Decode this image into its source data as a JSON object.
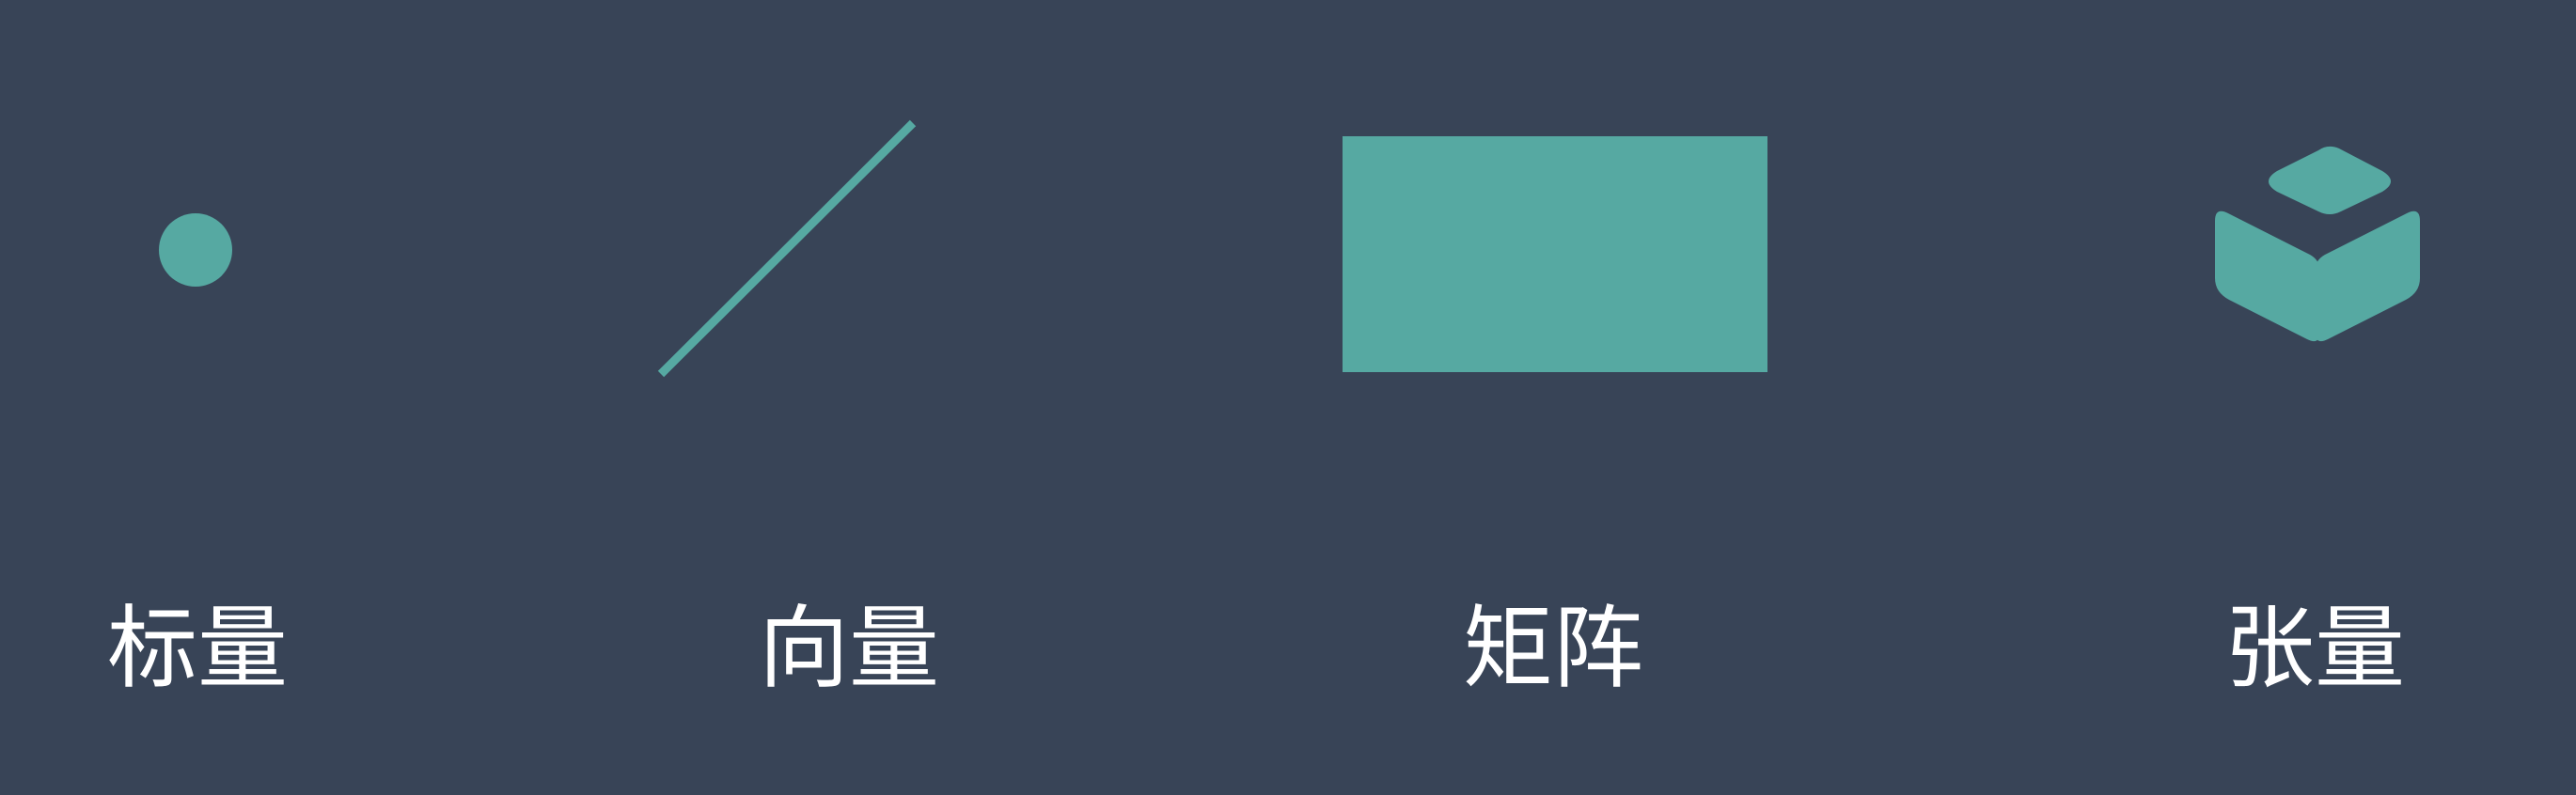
{
  "colors": {
    "background": "#384457",
    "shape": "#56a9a2",
    "label": "#ffffff"
  },
  "items": [
    {
      "label": "标量",
      "shape": "point-dot"
    },
    {
      "label": "向量",
      "shape": "line-segment"
    },
    {
      "label": "矩阵",
      "shape": "rectangle"
    },
    {
      "label": "张量",
      "shape": "cube-icon"
    }
  ]
}
